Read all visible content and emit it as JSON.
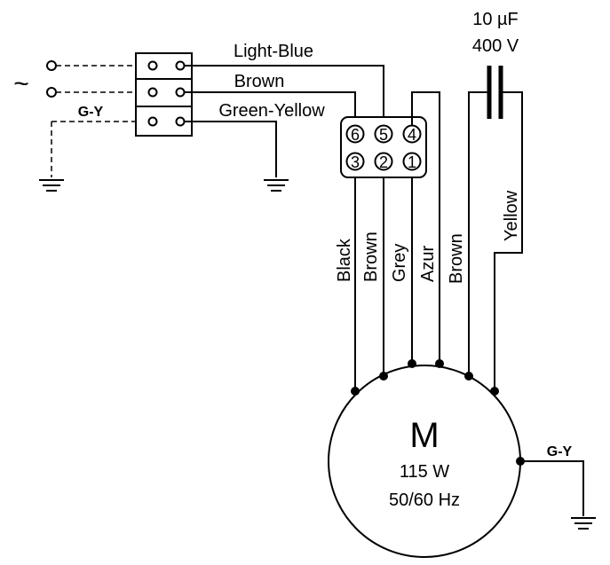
{
  "capacitor": {
    "capacitance": "10 µF",
    "voltage": "400 V"
  },
  "source": {
    "ac_symbol": "~"
  },
  "terminal_block": {
    "wires": [
      {
        "label": "Light-Blue"
      },
      {
        "label": "Brown"
      },
      {
        "label": "Green-Yellow"
      }
    ],
    "ground_label": "G-Y"
  },
  "connector": {
    "pins": [
      "6",
      "5",
      "4",
      "3",
      "2",
      "1"
    ]
  },
  "motor_leads": [
    "Black",
    "Brown",
    "Grey",
    "Azur",
    "Brown",
    "Yellow"
  ],
  "motor": {
    "symbol": "M",
    "power": "115 W",
    "frequency": "50/60 Hz",
    "ground_label": "G-Y"
  }
}
